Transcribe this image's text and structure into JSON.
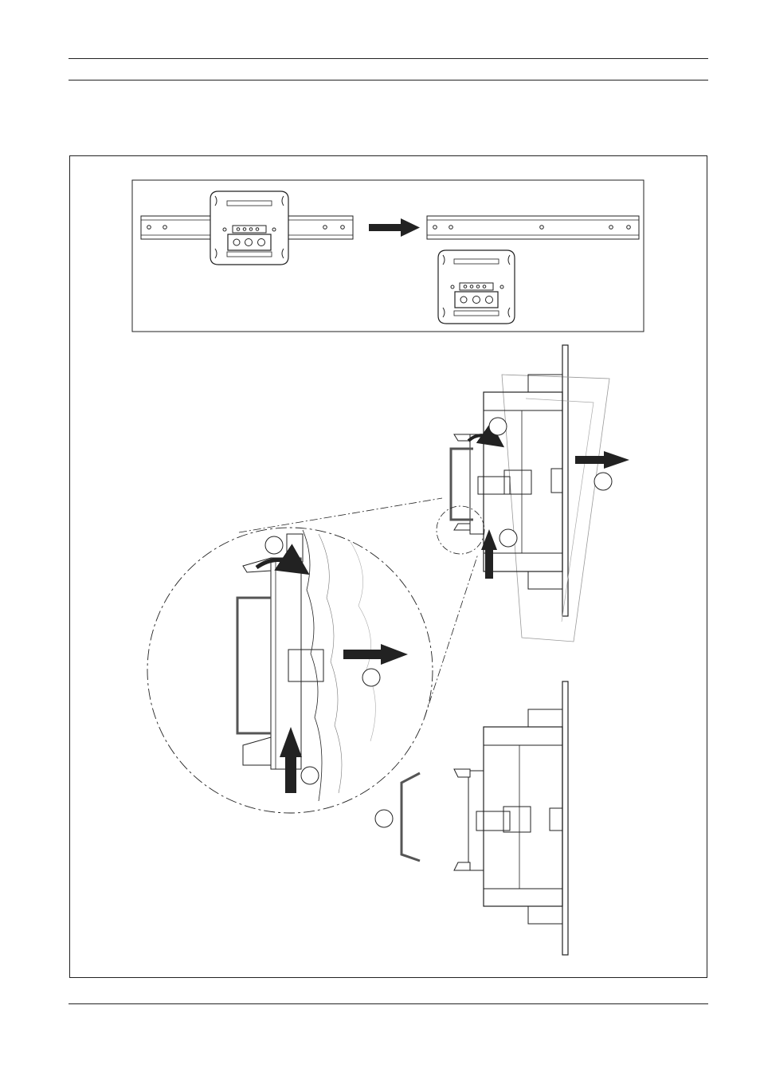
{
  "page": {
    "header_rules": 2,
    "footer_rules": 1
  },
  "figure": {
    "description_label": "",
    "steps": [
      {
        "id": "step-1",
        "label": ""
      },
      {
        "id": "step-2",
        "label": ""
      },
      {
        "id": "step-3",
        "label": ""
      }
    ],
    "colors": {
      "line": "#222222",
      "rail": "#555555",
      "arrow": "#222222"
    },
    "icons": [
      "arrow-right-icon",
      "arrow-up-icon",
      "arrow-curved-icon"
    ]
  }
}
